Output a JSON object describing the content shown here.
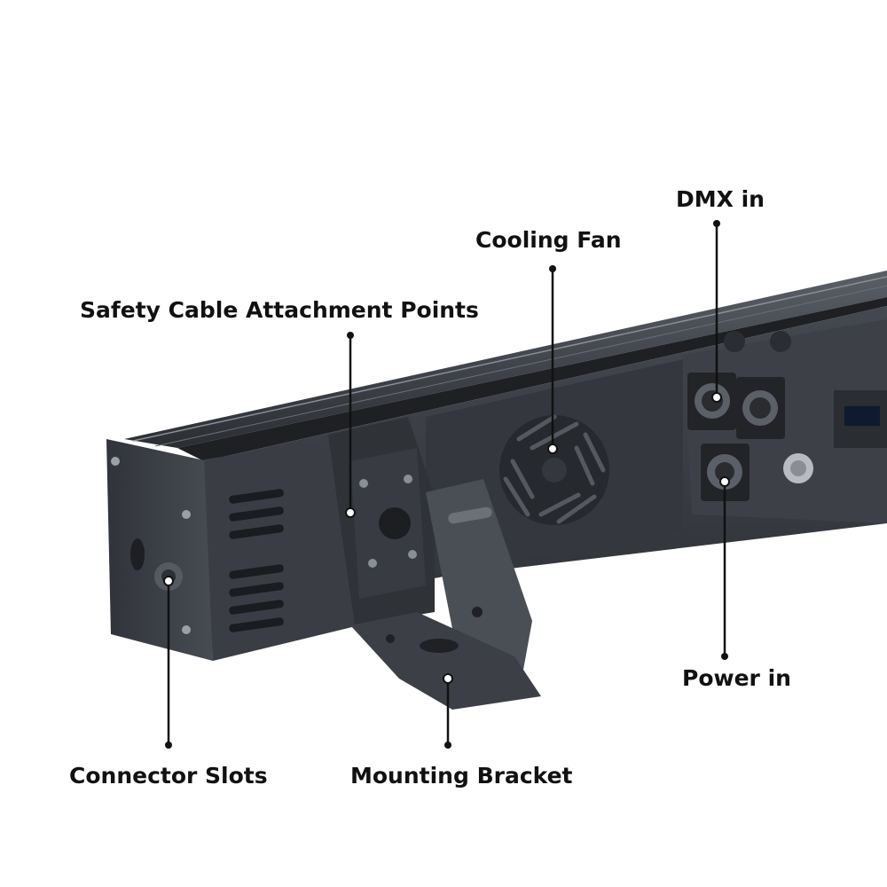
{
  "callouts": {
    "dmx_in": "DMX in",
    "cooling_fan": "Cooling Fan",
    "safety_cable": "Safety Cable Attachment Points",
    "power_in": "Power in",
    "connector_slots": "Connector Slots",
    "mounting_bracket": "Mounting Bracket"
  },
  "colors": {
    "background": "#ffffff",
    "housing": "#3b3f45",
    "housing_dark": "#25282c",
    "label_text": "#111111",
    "leader_line": "#111111"
  }
}
